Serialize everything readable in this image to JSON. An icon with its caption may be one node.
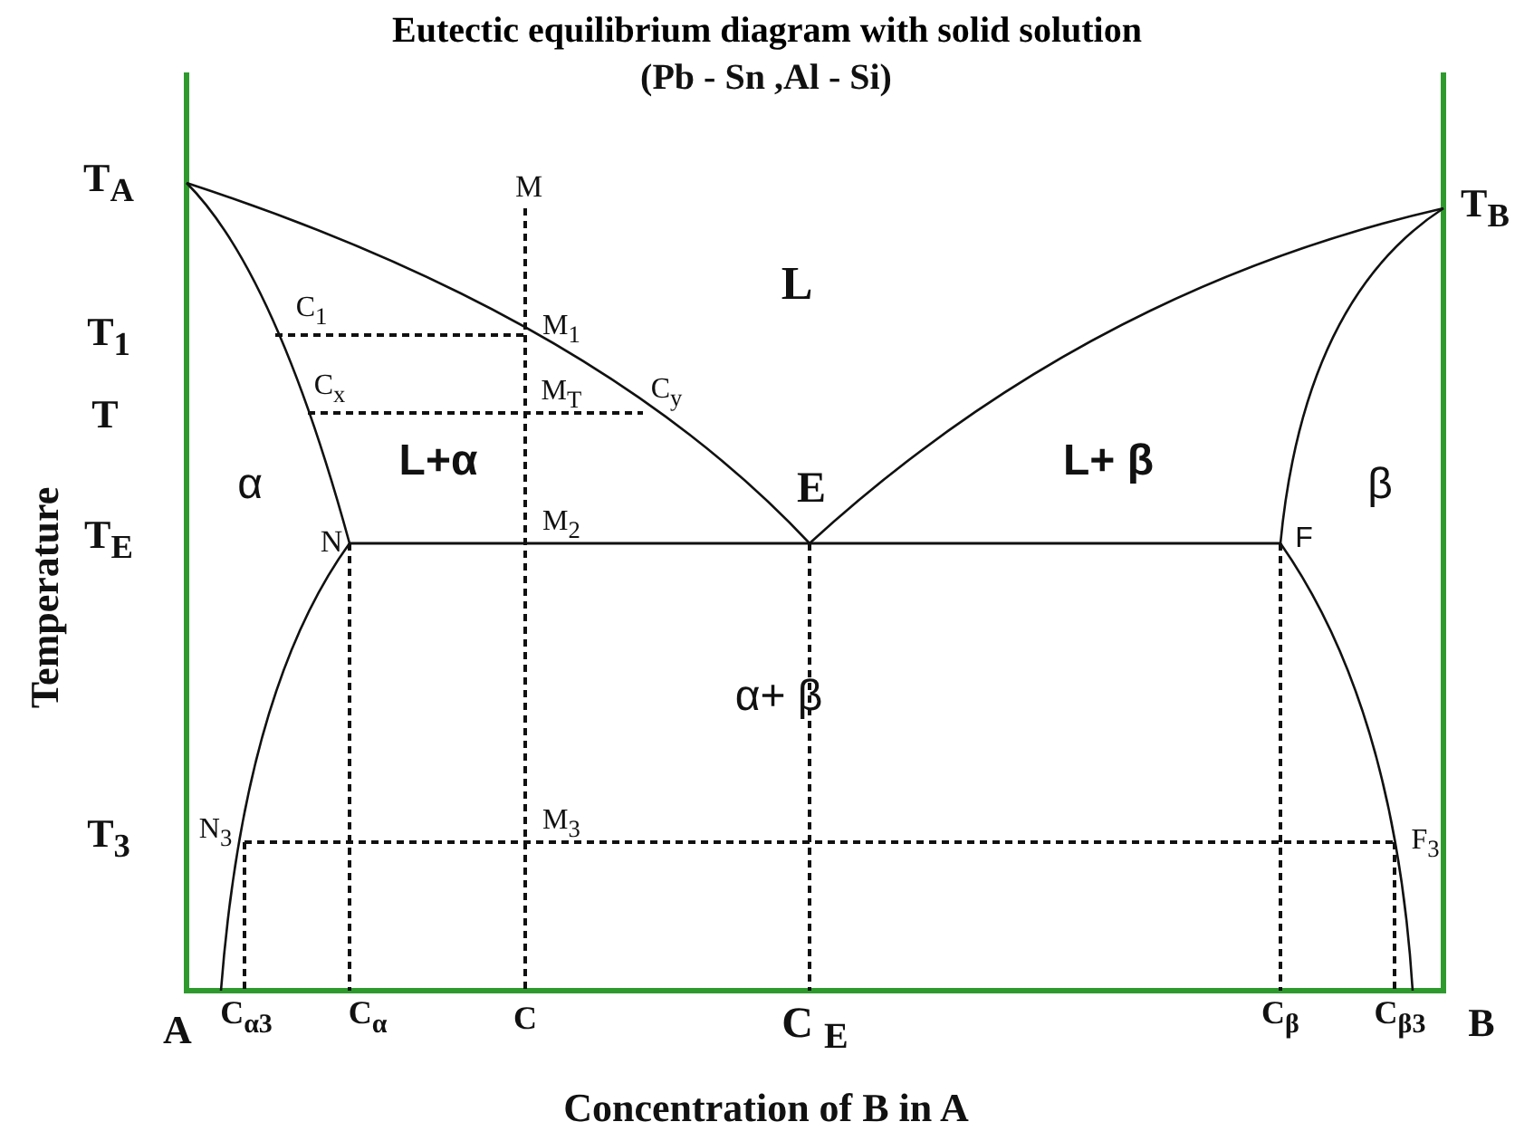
{
  "diagram": {
    "title": "Eutectic equilibrium diagram with solid solution",
    "labels": [
      "(Pb - Sn ,Al - Si)",
      "T$_{A}$",
      "M",
      "T$_{B}$",
      "L",
      "C$_{1}$",
      "T$_{1}$",
      "M$_{1}$",
      "C$_{x}$",
      "M$_{T}$",
      "C$_{y}$",
      "T",
      "α",
      "L+α",
      "E",
      "L+ β",
      "β",
      "T$_{E}$",
      "N",
      "M$_{2}$",
      "F",
      "α+ β",
      "T$_{3}$",
      "N$_{3}$",
      "M$_{3}$",
      "F$_{3}$",
      "Temperature",
      "A",
      "C$_{α3}$",
      "C$_{α}$",
      "C",
      "C $_{E}$",
      "C$_{β}$",
      "C$_{β3}$",
      "B",
      "Concentration of B in A"
    ]
  }
}
